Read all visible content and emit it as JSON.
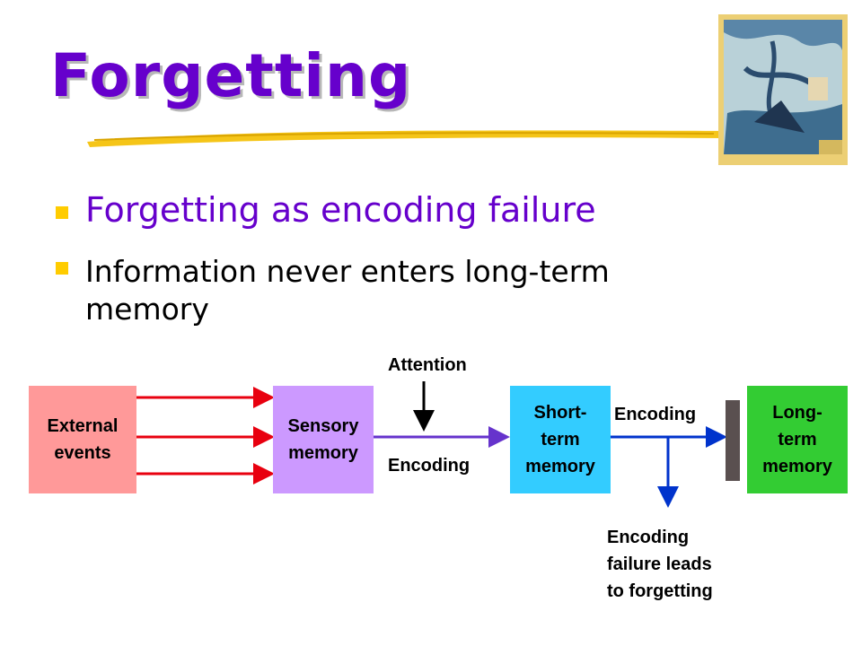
{
  "slide": {
    "title": "Forgetting",
    "bullets": [
      "Forgetting as encoding failure",
      "Information never enters long-term memory"
    ]
  },
  "diagram": {
    "boxes": {
      "external": "External\nevents",
      "sensory": "Sensory\nmemory",
      "short_term": "Short-\nterm\nmemory",
      "long_term": "Long-\nterm\nmemory"
    },
    "labels": {
      "attention": "Attention",
      "encoding_1": "Encoding",
      "encoding_2": "Encoding",
      "failure": "Encoding\nfailure leads\nto forgetting"
    }
  },
  "colors": {
    "title": "#6600cc",
    "bullet": "#ffcc00",
    "external_box": "#ff9999",
    "sensory_box": "#cc99ff",
    "short_term_box": "#33ccff",
    "long_term_box": "#33cc33",
    "red_arrows": "#e8000f",
    "purple_arrow": "#6633cc",
    "blue_arrows": "#0033cc",
    "barrier": "#5a5050"
  },
  "icons": [
    "photo-thumbnail",
    "decorative-underline"
  ]
}
